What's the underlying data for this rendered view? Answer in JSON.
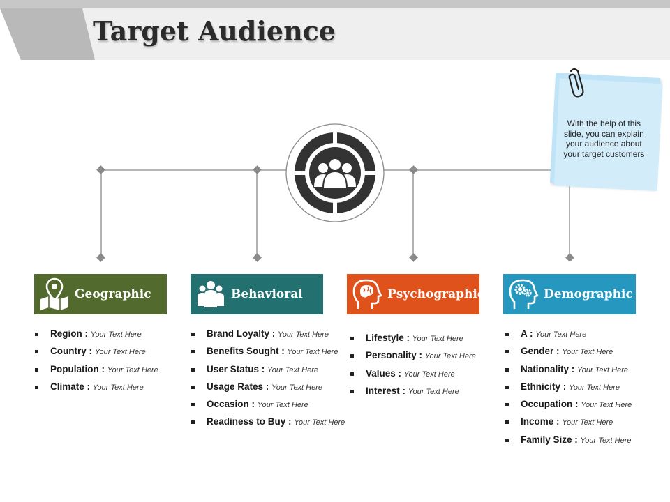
{
  "title": "Target Audience",
  "note": "With the help of this slide, you can explain your audience about your target customers",
  "colors": {
    "geographic": "#526a2e",
    "behavioral": "#22706f",
    "psychographic": "#e0521c",
    "demographic": "#2698c0",
    "target": "#333333",
    "note": "#bfe3f7"
  },
  "categories": [
    {
      "label": "Geographic",
      "icon": "map-pin-icon",
      "items": [
        {
          "label": "Region",
          "sep": " : ",
          "value": "Your Text Here"
        },
        {
          "label": "Country",
          "sep": " : ",
          "value": "Your Text Here"
        },
        {
          "label": "Population",
          "sep": " : ",
          "value": "Your Text Here"
        },
        {
          "label": "Climate",
          "sep": " : ",
          "value": "Your Text Here"
        }
      ]
    },
    {
      "label": "Behavioral",
      "icon": "people-group-icon",
      "items": [
        {
          "label": "Brand Loyalty",
          "sep": " : ",
          "value": "Your Text Here"
        },
        {
          "label": "Benefits Sought",
          "sep": " : ",
          "value": "Your Text Here"
        },
        {
          "label": "User Status",
          "sep": " : ",
          "value": "Your Text Here"
        },
        {
          "label": "Usage Rates",
          "sep": " : ",
          "value": "Your Text Here"
        },
        {
          "label": "Occasion",
          "sep": " : ",
          "value": "Your Text Here"
        },
        {
          "label": "Readiness to Buy",
          "sep": " : ",
          "value": "Your Text Here"
        }
      ]
    },
    {
      "label": "Psychographic",
      "icon": "head-brain-icon",
      "items": [
        {
          "label": "Lifestyle",
          "sep": " : ",
          "value": "Your Text Here"
        },
        {
          "label": "Personality",
          "sep": " : ",
          "value": "Your Text Here"
        },
        {
          "label": "Values",
          "sep": " : ",
          "value": "Your Text Here"
        },
        {
          "label": "Interest",
          "sep": " : ",
          "value": "Your Text Here"
        }
      ]
    },
    {
      "label": "Demographic",
      "icon": "head-gears-icon",
      "items": [
        {
          "label": "A",
          "sep": " : ",
          "value": "Your Text Here"
        },
        {
          "label": "Gender",
          "sep": " : ",
          "value": "Your Text Here"
        },
        {
          "label": "Nationality",
          "sep": " : ",
          "value": "Your Text Here"
        },
        {
          "label": "Ethnicity",
          "sep": " : ",
          "value": "Your Text Here"
        },
        {
          "label": "Occupation",
          "sep": " : ",
          "value": "Your Text Here"
        },
        {
          "label": "Income",
          "sep": " : ",
          "value": "Your Text Here"
        },
        {
          "label": "Family Size",
          "sep": " : ",
          "value": "Your Text Here"
        }
      ]
    }
  ]
}
